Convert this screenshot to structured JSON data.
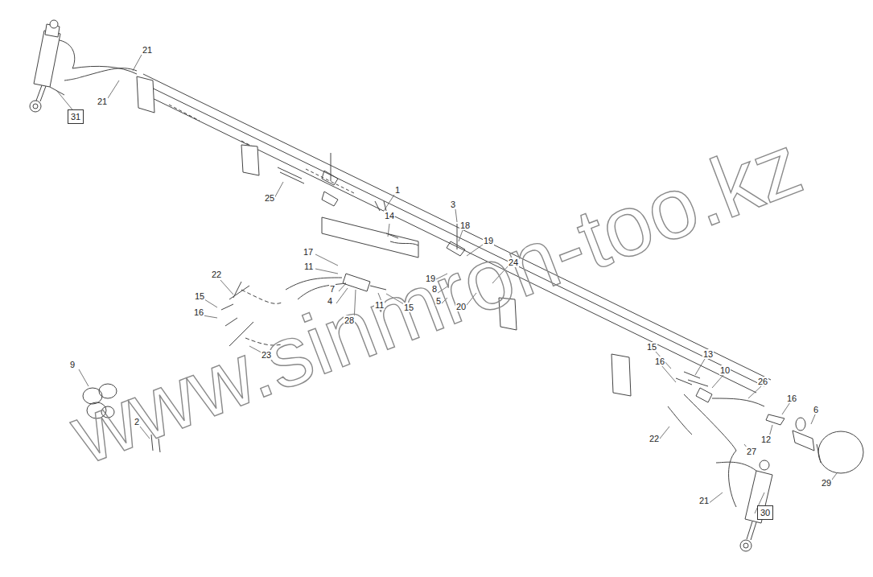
{
  "diagram": {
    "nodes": [
      {
        "text": [
          "31"
        ]
      },
      {
        "text": [
          "30"
        ]
      }
    ],
    "labels": [
      "21",
      "21",
      "25",
      "1",
      "3",
      "14",
      "18",
      "19",
      "17",
      "24",
      "11",
      "19",
      "22",
      "8",
      "7",
      "15",
      "4",
      "5",
      "11",
      "15",
      "16",
      "28",
      "20",
      "23",
      "13",
      "15",
      "16",
      "10",
      "26",
      "9",
      "16",
      "6",
      "12",
      "22",
      "27",
      "2",
      "29",
      "21",
      "www.sinmron-too.kz"
    ]
  }
}
